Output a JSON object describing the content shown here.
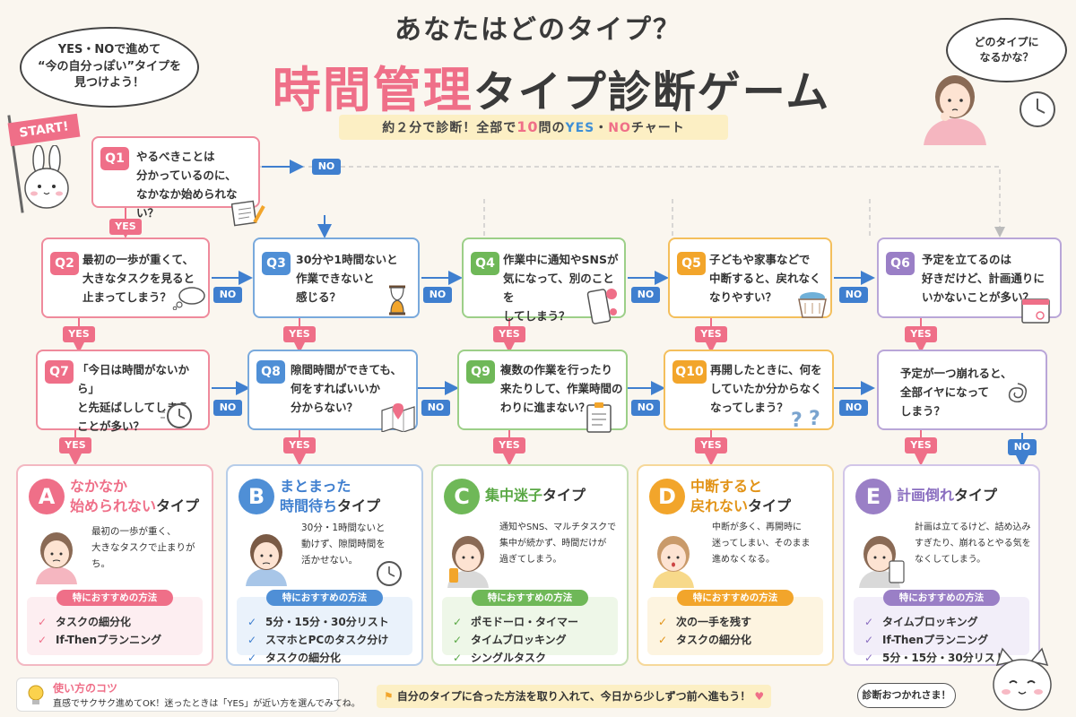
{
  "header": {
    "title_top": "あなたはどのタイプ？",
    "title_accent": "時間管理",
    "title_rest": "タイプ診断ゲーム",
    "subtitle_pre": "約２分で診断！全部で",
    "subtitle_num": "10",
    "subtitle_mid": "問の",
    "subtitle_yes": "YES",
    "subtitle_dot": "・",
    "subtitle_no": "NO",
    "subtitle_post": "チャート",
    "bubble_left": "YES・NOで進めて\n“今の自分っぽい”タイプを\n見つけよう！",
    "bubble_right": "どのタイプに\nなるかな？",
    "start": "START!"
  },
  "labels": {
    "yes": "YES",
    "no": "NO"
  },
  "questions": [
    {
      "id": "Q1",
      "text": "やるべきことは\n分かっているのに、\nなかなか始められない？"
    },
    {
      "id": "Q2",
      "text": "最初の一歩が重くて、\n大きなタスクを見ると\n止まってしまう？"
    },
    {
      "id": "Q3",
      "text": "30分や1時間ないと\n作業できないと\n感じる？"
    },
    {
      "id": "Q4",
      "text": "作業中に通知やSNSが\n気になって、別のことを\nしてしまう？"
    },
    {
      "id": "Q5",
      "text": "子どもや家事などで\n中断すると、戻れなく\nなりやすい？"
    },
    {
      "id": "Q6",
      "text": "予定を立てるのは\n好きだけど、計画通りに\nいかないことが多い？"
    },
    {
      "id": "Q7",
      "text": "「今日は時間がないから」\nと先延ばししてしまう\nことが多い？"
    },
    {
      "id": "Q8",
      "text": "隙間時間ができても、\n何をすればいいか\n分からない？"
    },
    {
      "id": "Q9",
      "text": "複数の作業を行ったり\n来たりして、作業時間の\nわりに進まない？"
    },
    {
      "id": "Q10",
      "text": "再開したときに、何を\nしていたか分からなく\nなってしまう？"
    },
    {
      "id": "",
      "text": "予定が一つ崩れると、\n全部イヤになって\nしまう？"
    }
  ],
  "results": [
    {
      "letter": "A",
      "title_hl": "なかなか\n始められない",
      "title_rest": "タイプ",
      "desc": "最初の一歩が重く、\n大きなタスクで止まりがち。",
      "rec_label": "特におすすめの方法",
      "methods": [
        "タスクの細分化",
        "If-Thenプランニング"
      ]
    },
    {
      "letter": "B",
      "title_hl": "まとまった\n時間待ち",
      "title_rest": "タイプ",
      "desc": "30分・1時間ないと\n動けず、隙間時間を\n活かせない。",
      "rec_label": "特におすすめの方法",
      "methods": [
        "5分・15分・30分リスト",
        "スマホとPCのタスク分け",
        "タスクの細分化"
      ]
    },
    {
      "letter": "C",
      "title_hl": "集中迷子",
      "title_rest": "タイプ",
      "desc": "通知やSNS、マルチタスクで\n集中が続かず、時間だけが\n過ぎてしまう。",
      "rec_label": "特におすすめの方法",
      "methods": [
        "ポモドーロ・タイマー",
        "タイムブロッキング",
        "シングルタスク"
      ]
    },
    {
      "letter": "D",
      "title_hl": "中断すると\n戻れない",
      "title_rest": "タイプ",
      "desc": "中断が多く、再開時に\n迷ってしまい、そのまま\n進めなくなる。",
      "rec_label": "特におすすめの方法",
      "methods": [
        "次の一手を残す",
        "タスクの細分化"
      ]
    },
    {
      "letter": "E",
      "title_hl": "計画倒れ",
      "title_rest": "タイプ",
      "desc": "計画は立てるけど、詰め込み\nすぎたり、崩れるとやる気を\nなくしてしまう。",
      "rec_label": "特におすすめの方法",
      "methods": [
        "タイムブロッキング",
        "If-Thenプランニング",
        "5分・15分・30分リスト"
      ]
    }
  ],
  "footer": {
    "tips_title": "使い方のコツ",
    "tips_text": "直感でサクサク進めてOK！迷ったときは「YES」が近い方を選んでみてね。",
    "banner": "自分のタイプに合った方法を取り入れて、今日から少しずつ前へ進もう！",
    "bye": "診断おつかれさま！"
  },
  "colors": {
    "pink": "#ef6f88",
    "blue": "#4f8fd6",
    "green": "#6fb858",
    "orange": "#f2a52b",
    "purple": "#9a7fc6",
    "background": "#faf6ef"
  }
}
